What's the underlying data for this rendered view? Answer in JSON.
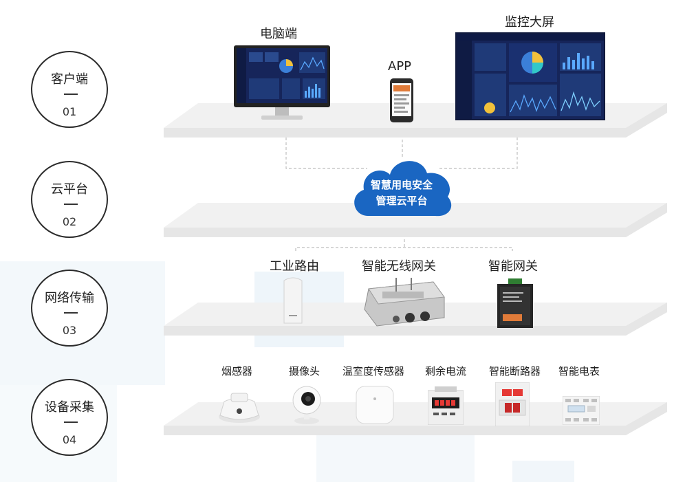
{
  "layers": [
    {
      "name": "客户端",
      "num": "01"
    },
    {
      "name": "云平台",
      "num": "02"
    },
    {
      "name": "网络传输",
      "num": "03"
    },
    {
      "name": "设备采集",
      "num": "04"
    }
  ],
  "client": {
    "pc_label": "电脑端",
    "app_label": "APP",
    "bigscreen_label": "监控大屏"
  },
  "cloud": {
    "line1": "智慧用电安全",
    "line2": "管理云平台"
  },
  "network": {
    "router_label": "工业路由",
    "wireless_gateway_label": "智能无线网关",
    "gateway_label": "智能网关"
  },
  "devices": {
    "smoke": "烟感器",
    "camera": "摄像头",
    "temp_humidity": "温室度传感器",
    "residual_current": "剩余电流",
    "breaker": "智能断路器",
    "meter": "智能电表"
  },
  "colors": {
    "platform_top": "#f1f1f1",
    "platform_edge": "#d9d9d9",
    "cloud_blue": "#1a66c2",
    "screen_navy": "#16255a"
  }
}
